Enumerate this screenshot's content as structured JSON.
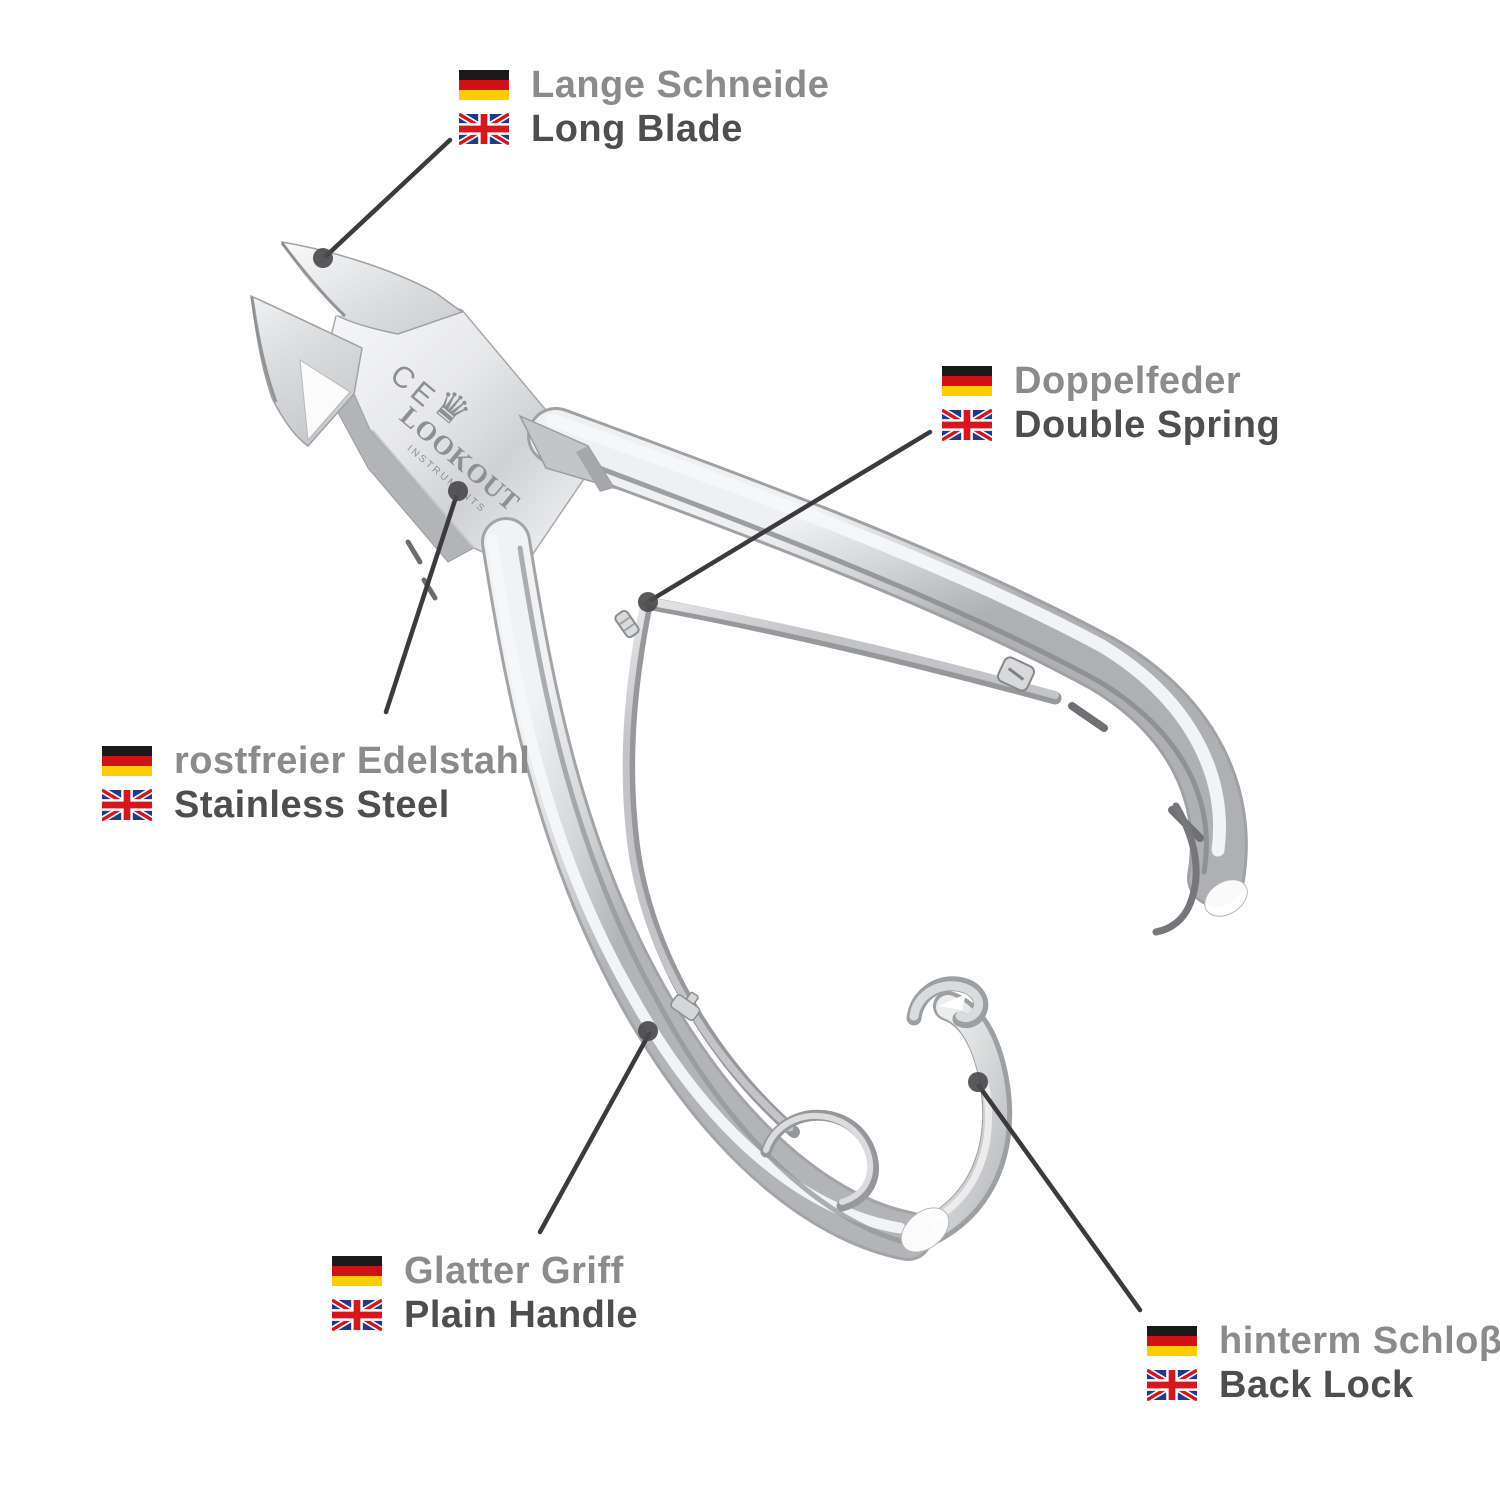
{
  "image": {
    "description": "Annotated product photo of stainless steel cuticle nippers on white background",
    "background": "#ffffff"
  },
  "callouts": [
    {
      "id": "long-blade",
      "german": "Lange Schneide",
      "english": "Long Blade"
    },
    {
      "id": "double-spring",
      "german": "Doppelfeder",
      "english": "Double Spring"
    },
    {
      "id": "stainless-steel",
      "german": "rostfreier Edelstahl",
      "english": "Stainless Steel"
    },
    {
      "id": "plain-handle",
      "german": "Glatter Griff",
      "english": "Plain Handle"
    },
    {
      "id": "back-lock",
      "german": "hinterm Schloβ",
      "english": "Back Lock"
    }
  ],
  "engraving": {
    "ce_mark": "CE",
    "brand": "LOOKOUT",
    "brand_subtitle": "INSTRUMENTS",
    "crown_icon": "♛"
  },
  "colors": {
    "german_label_text": "#8a8b8d",
    "english_label_text": "#4d4e50",
    "callout_line": "#3b3b3d",
    "callout_dot": "#4b4b4d",
    "steel_mid": "#c7c9cc",
    "steel_highlight": "#f4f5f6",
    "steel_shadow": "#8e9093",
    "flag_germany": [
      "#1a1a1a",
      "#d01217",
      "#ffcc00"
    ],
    "flag_uk_blue": "#24388c",
    "flag_uk_red": "#d6151d",
    "flag_uk_white": "#ffffff",
    "background": "#ffffff"
  }
}
